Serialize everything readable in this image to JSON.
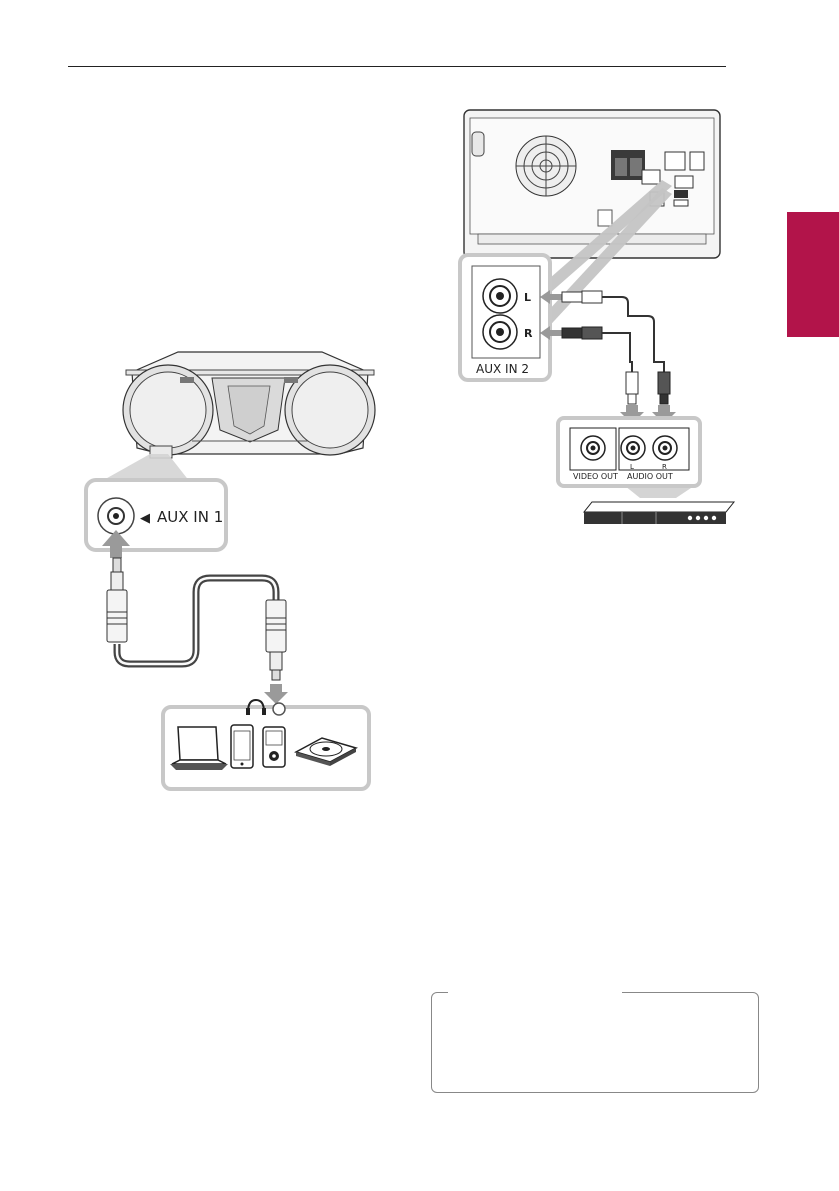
{
  "aux_in_1": {
    "arrow_glyph": "◀",
    "label": "AUX IN 1"
  },
  "aux_in_2": {
    "label": "AUX IN 2",
    "left": "L",
    "right": "R"
  },
  "player": {
    "video_out": "VIDEO OUT",
    "audio_out": "AUDIO OUT",
    "left": "L",
    "right": "R"
  },
  "colors": {
    "accent": "#b2144a",
    "connector_box": "#c8c8c8",
    "ink": "#222222"
  },
  "icons": [
    "headphone-icon",
    "laptop-icon",
    "smartphone-icon",
    "music-player-icon",
    "disc-player-icon"
  ]
}
